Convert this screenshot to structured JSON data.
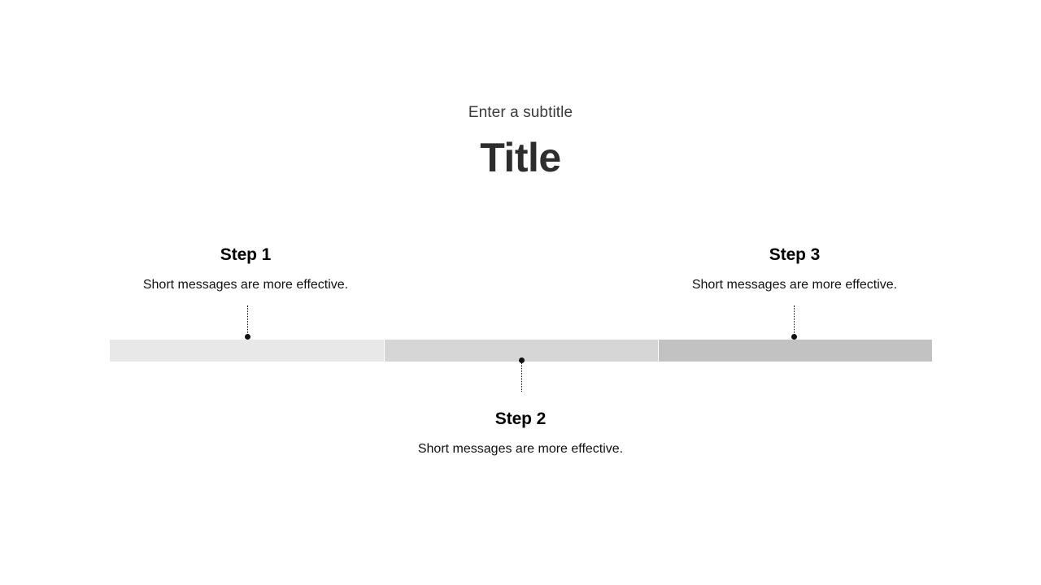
{
  "header": {
    "subtitle": "Enter a subtitle",
    "title": "Title"
  },
  "timeline": {
    "bar_colors": [
      "#e8e8e8",
      "#d6d6d6",
      "#c2c2c2"
    ],
    "connector_color": "#111111",
    "steps": [
      {
        "title": "Step 1",
        "description": "Short messages are more effective.",
        "position": "above"
      },
      {
        "title": "Step 2",
        "description": "Short messages are more effective.",
        "position": "below"
      },
      {
        "title": "Step 3",
        "description": "Short messages are more effective.",
        "position": "above"
      }
    ]
  }
}
